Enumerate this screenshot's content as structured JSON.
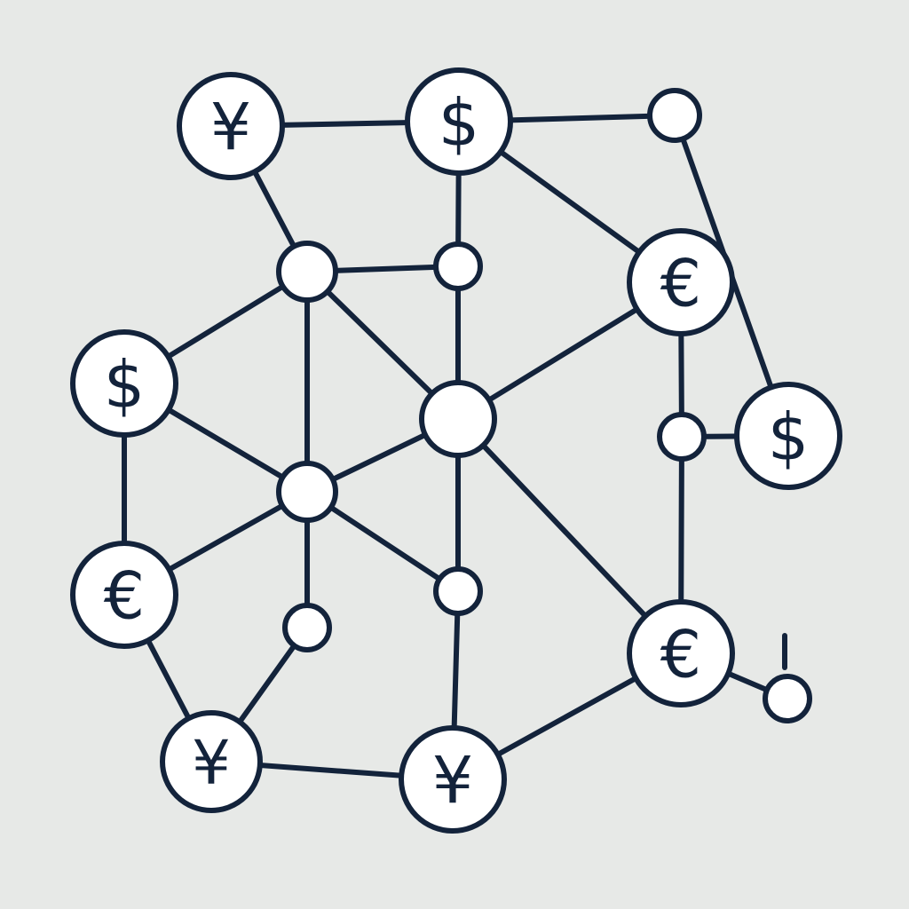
{
  "colors": {
    "background": "#e7e9e7",
    "stroke": "#13233b",
    "node_fill": "#ffffff"
  },
  "currency_nodes": [
    {
      "id": "yen-top",
      "symbol": "¥",
      "icon": "yen-icon"
    },
    {
      "id": "dollar-top",
      "symbol": "$",
      "icon": "dollar-icon"
    },
    {
      "id": "euro-upper-right",
      "symbol": "€",
      "icon": "euro-icon"
    },
    {
      "id": "dollar-left",
      "symbol": "$",
      "icon": "dollar-icon"
    },
    {
      "id": "dollar-right",
      "symbol": "$",
      "icon": "dollar-icon"
    },
    {
      "id": "euro-left",
      "symbol": "€",
      "icon": "euro-icon"
    },
    {
      "id": "euro-lower-right",
      "symbol": "€",
      "icon": "euro-icon"
    },
    {
      "id": "yen-bottom-left",
      "symbol": "¥",
      "icon": "yen-icon"
    },
    {
      "id": "yen-bottom",
      "symbol": "¥",
      "icon": "yen-icon"
    }
  ],
  "hub_nodes": [
    "hub-top-right",
    "hub-upper-left",
    "hub-upper-center",
    "hub-center",
    "hub-lower-left",
    "hub-right",
    "hub-lower-center",
    "hub-bottom-left",
    "hub-bottom-right"
  ],
  "edges": [
    [
      "yen-top",
      "dollar-top"
    ],
    [
      "dollar-top",
      "hub-top-right"
    ],
    [
      "yen-top",
      "hub-upper-left"
    ],
    [
      "dollar-top",
      "hub-upper-center"
    ],
    [
      "dollar-top",
      "euro-upper-right"
    ],
    [
      "hub-upper-left",
      "hub-upper-center"
    ],
    [
      "hub-upper-left",
      "dollar-left"
    ],
    [
      "hub-upper-left",
      "hub-lower-left"
    ],
    [
      "hub-upper-left",
      "hub-center"
    ],
    [
      "hub-upper-center",
      "hub-center"
    ],
    [
      "euro-upper-right",
      "hub-center"
    ],
    [
      "euro-upper-right",
      "hub-right"
    ],
    [
      "hub-top-right",
      "dollar-right"
    ],
    [
      "hub-right",
      "dollar-right"
    ],
    [
      "dollar-left",
      "hub-lower-left"
    ],
    [
      "dollar-left",
      "euro-left"
    ],
    [
      "hub-center",
      "hub-lower-left"
    ],
    [
      "hub-center",
      "hub-lower-center"
    ],
    [
      "hub-center",
      "euro-lower-right"
    ],
    [
      "hub-lower-left",
      "euro-left"
    ],
    [
      "hub-lower-left",
      "hub-bottom-left"
    ],
    [
      "hub-lower-left",
      "hub-lower-center"
    ],
    [
      "hub-right",
      "euro-lower-right"
    ],
    [
      "euro-left",
      "yen-bottom-left"
    ],
    [
      "hub-bottom-left",
      "yen-bottom-left"
    ],
    [
      "yen-bottom-left",
      "yen-bottom"
    ],
    [
      "hub-lower-center",
      "yen-bottom"
    ],
    [
      "yen-bottom",
      "euro-lower-right"
    ],
    [
      "euro-lower-right",
      "hub-bottom-right"
    ]
  ]
}
